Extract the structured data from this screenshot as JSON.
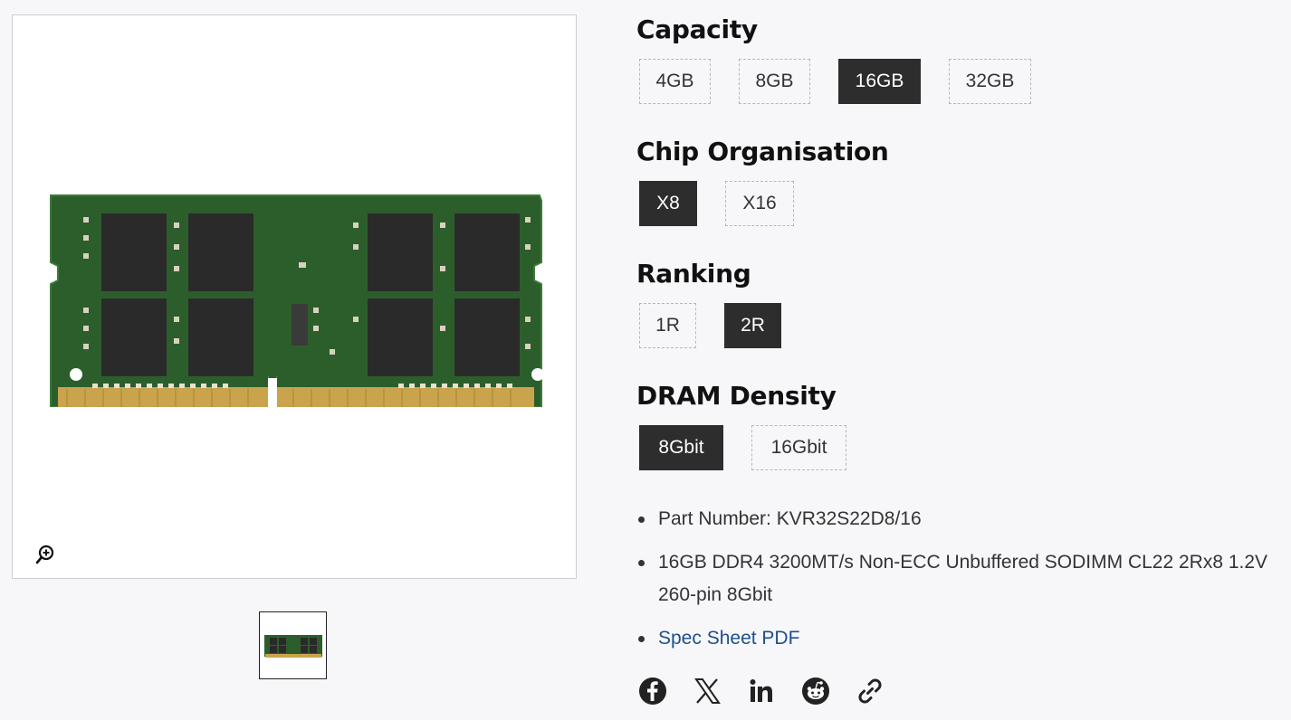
{
  "gallery": {
    "main_image_icon": "ram-module-image",
    "zoom_icon": "zoom-in-icon",
    "thumbnail_icon": "ram-module-thumbnail"
  },
  "options": {
    "capacity": {
      "title": "Capacity",
      "items": [
        {
          "label": "4GB",
          "selected": false
        },
        {
          "label": "8GB",
          "selected": false
        },
        {
          "label": "16GB",
          "selected": true
        },
        {
          "label": "32GB",
          "selected": false
        }
      ]
    },
    "chip_organisation": {
      "title": "Chip Organisation",
      "items": [
        {
          "label": "X8",
          "selected": true
        },
        {
          "label": "X16",
          "selected": false
        }
      ]
    },
    "ranking": {
      "title": "Ranking",
      "items": [
        {
          "label": "1R",
          "selected": false
        },
        {
          "label": "2R",
          "selected": true
        }
      ]
    },
    "dram_density": {
      "title": "DRAM Density",
      "items": [
        {
          "label": "8Gbit",
          "selected": true
        },
        {
          "label": "16Gbit",
          "selected": false
        }
      ]
    }
  },
  "specs": {
    "part_number": "Part Number: KVR32S22D8/16",
    "description": "16GB DDR4 3200MT/s Non-ECC Unbuffered SODIMM CL22 2Rx8 1.2V 260-pin 8Gbit",
    "spec_sheet_link": "Spec Sheet PDF"
  },
  "share": [
    "facebook-icon",
    "x-icon",
    "linkedin-icon",
    "reddit-icon",
    "link-icon"
  ],
  "colors": {
    "selected_bg": "#2d2d2d",
    "link": "#1d4f8c",
    "pcb_green": "#2c5e2c",
    "gold_contacts": "#c9a44c"
  }
}
